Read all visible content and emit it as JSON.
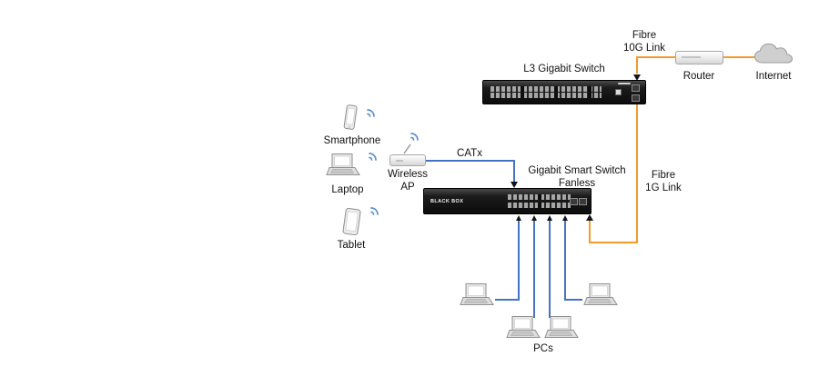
{
  "nodes": {
    "l3_switch": {
      "label": "L3 Gigabit Switch"
    },
    "smart_switch": {
      "label1": "Gigabit Smart Switch",
      "label2": "Fanless",
      "brand": "BLACK BOX"
    },
    "router": {
      "label": "Router"
    },
    "internet": {
      "label": "Internet"
    },
    "wireless_ap": {
      "label1": "Wireless",
      "label2": "AP"
    },
    "smartphone": {
      "label": "Smartphone"
    },
    "laptop": {
      "label": "Laptop"
    },
    "tablet": {
      "label": "Tablet"
    },
    "pcs": {
      "label": "PCs"
    }
  },
  "links": {
    "fibre_10g": {
      "label1": "Fibre",
      "label2": "10G Link",
      "type": "fibre"
    },
    "fibre_1g": {
      "label1": "Fibre",
      "label2": "1G Link",
      "type": "fibre"
    },
    "catx": {
      "label": "CATx",
      "type": "copper"
    }
  },
  "colors": {
    "fibre_link": "#F39A2B",
    "copper_link": "#4472C4",
    "wireless_wave": "#5B8FD2",
    "switch_body": "#1b1b1b",
    "device_gray": "#d9d9d9"
  },
  "icons": {
    "cloud": "internet-cloud-icon",
    "rack_switch": "rack-switch-icon",
    "router_box": "router-box-icon",
    "laptop": "laptop-icon",
    "smartphone": "smartphone-icon",
    "tablet": "tablet-icon",
    "wifi": "wifi-waves-icon"
  }
}
